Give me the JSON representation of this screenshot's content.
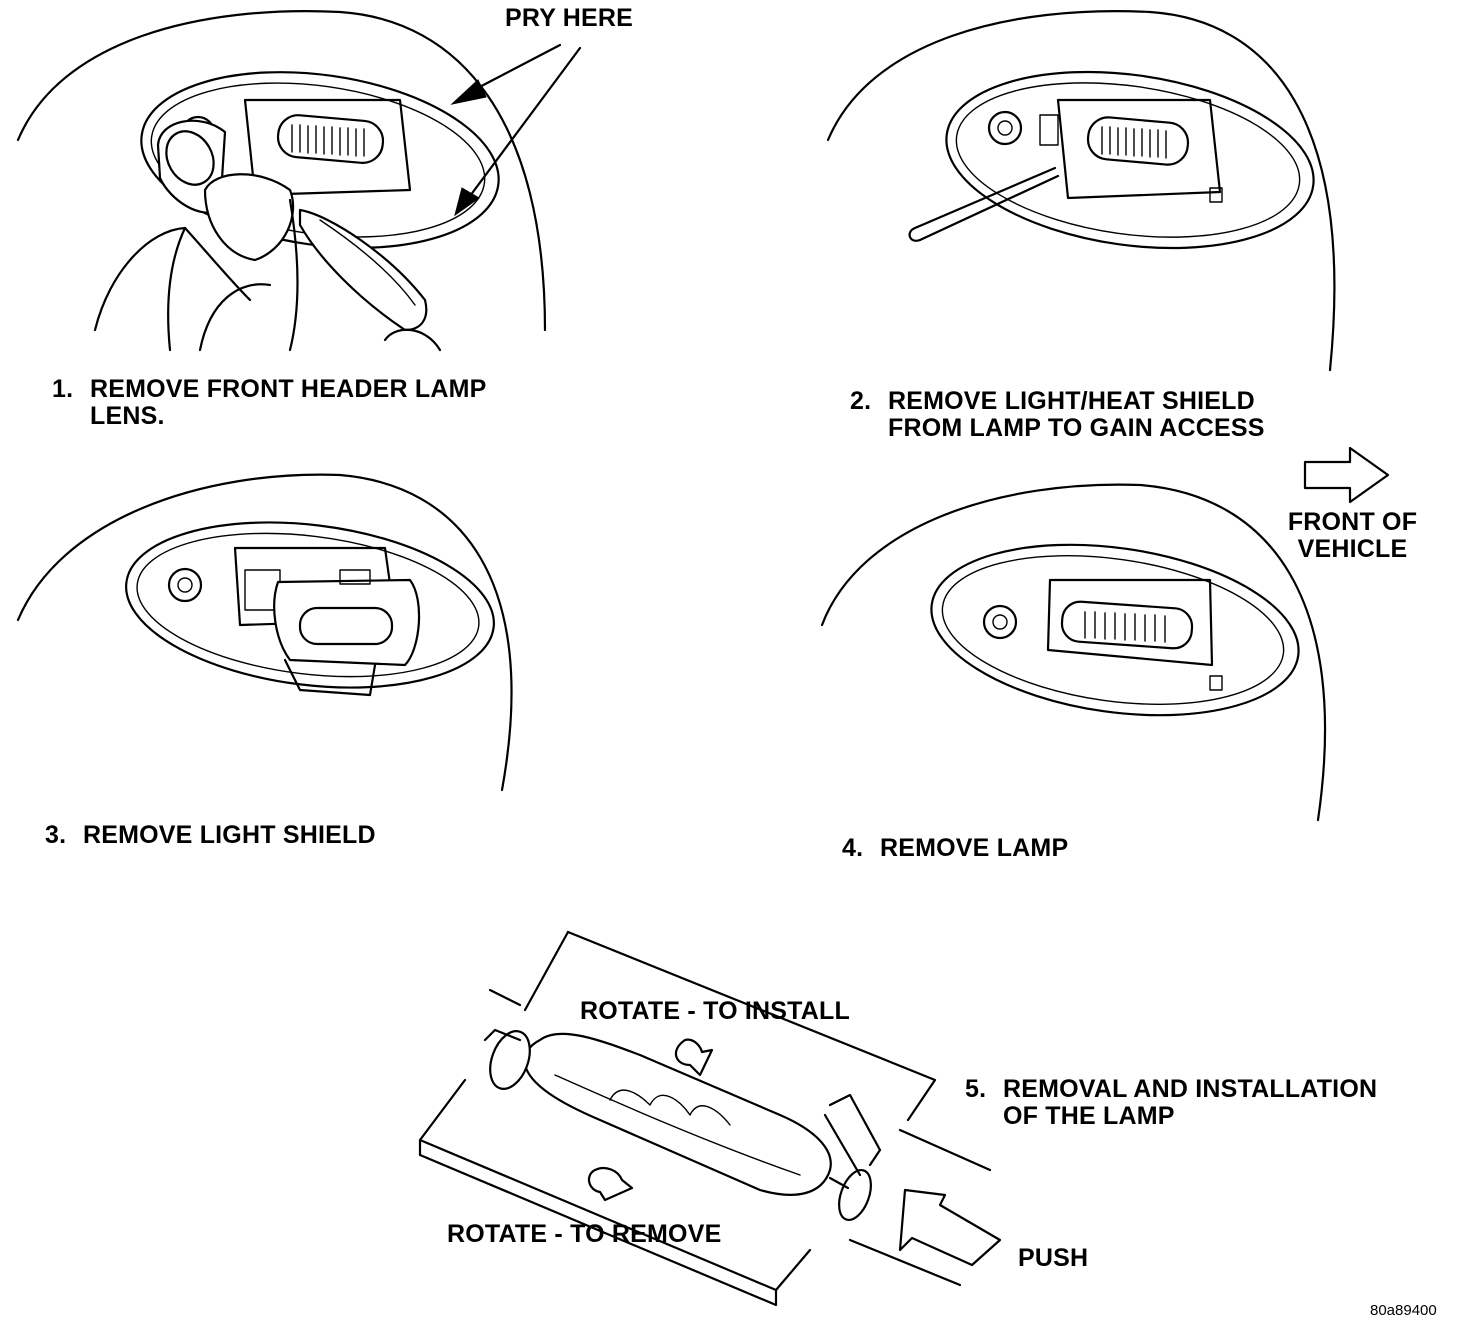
{
  "callouts": {
    "pry_here": "PRY HERE",
    "front_of_vehicle_line1": "FRONT OF",
    "front_of_vehicle_line2": "VEHICLE",
    "rotate_install": "ROTATE - TO INSTALL",
    "rotate_remove": "ROTATE - TO REMOVE",
    "push": "PUSH"
  },
  "steps": [
    {
      "number": "1.",
      "line1": "REMOVE FRONT HEADER LAMP",
      "line2": "LENS."
    },
    {
      "number": "2.",
      "line1": "REMOVE LIGHT/HEAT SHIELD",
      "line2": "FROM LAMP TO GAIN ACCESS"
    },
    {
      "number": "3.",
      "line1": "REMOVE LIGHT SHIELD",
      "line2": ""
    },
    {
      "number": "4.",
      "line1": "REMOVE LAMP",
      "line2": ""
    },
    {
      "number": "5.",
      "line1": "REMOVAL AND INSTALLATION",
      "line2": "OF THE LAMP"
    }
  ],
  "figure_id": "80a89400",
  "colors": {
    "ink": "#000000",
    "paper": "#ffffff"
  }
}
